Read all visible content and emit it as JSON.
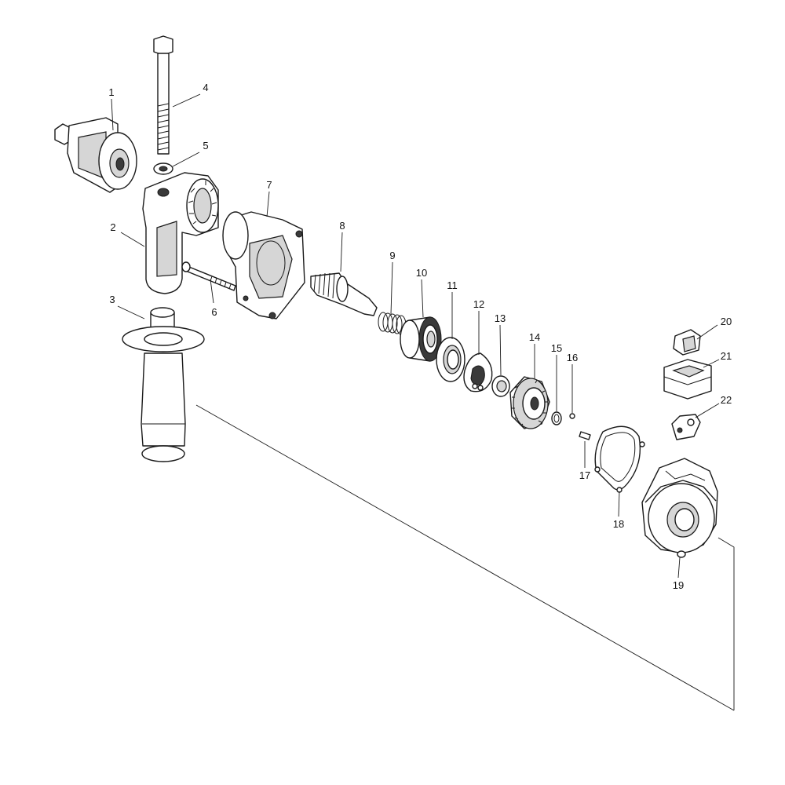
{
  "labels": [
    "1",
    "2",
    "3",
    "4",
    "5",
    "6",
    "7",
    "8",
    "9",
    "10",
    "11",
    "12",
    "13",
    "14",
    "15",
    "16",
    "17",
    "18",
    "19",
    "20",
    "21",
    "22"
  ],
  "colors": {
    "stroke": "#1a1a1a",
    "shade": "#d6d6d6",
    "background": "#ffffff"
  }
}
